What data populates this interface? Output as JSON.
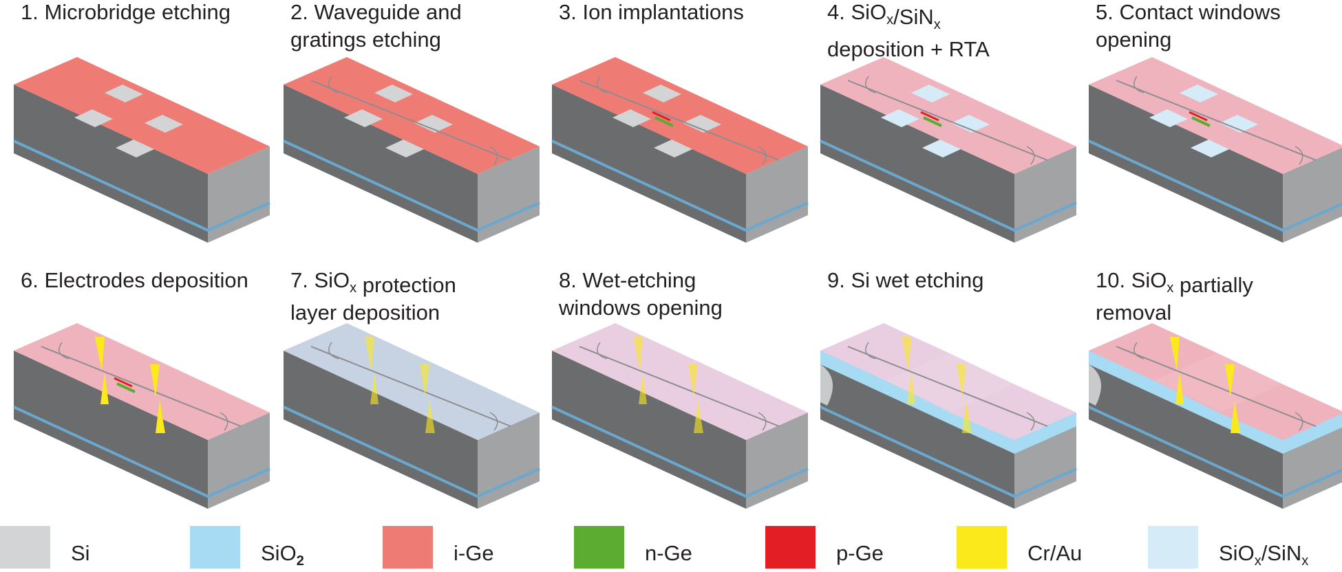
{
  "steps": [
    {
      "num": "1.",
      "text": "Microbridge etching",
      "layers": {
        "top": "i-Ge",
        "windows": "Si"
      }
    },
    {
      "num": "2.",
      "text": "Waveguide  and\ngratings etching",
      "layers": {
        "top": "i-Ge",
        "windows": "Si"
      }
    },
    {
      "num": "3.",
      "text": "Ion  implantations",
      "layers": {
        "top": "i-Ge",
        "windows": "Si",
        "doping": [
          "n-Ge",
          "p-Ge"
        ]
      }
    },
    {
      "num": "4.",
      "text": "SiOx/SiNx\ndeposition + RTA",
      "layers": {
        "top": "SiOx/SiNx",
        "windows": "SiOx/SiNx"
      }
    },
    {
      "num": "5.",
      "text": "Contact windows\nopening",
      "layers": {
        "top": "SiOx/SiNx",
        "windows": "SiOx/SiNx"
      }
    },
    {
      "num": "6.",
      "text": "Electrodes deposition",
      "layers": {
        "top": "SiOx/SiNx",
        "electrodes": "Cr/Au"
      }
    },
    {
      "num": "7.",
      "text": "SiOx protection\nlayer deposition",
      "layers": {
        "top": "SiO2",
        "electrodes": "Cr/Au"
      }
    },
    {
      "num": "8.",
      "text": "Wet-etching\nwindows opening",
      "layers": {
        "top": "SiO2",
        "electrodes": "Cr/Au"
      }
    },
    {
      "num": "9.",
      "text": "Si  wet  etching",
      "layers": {
        "top": "SiO2",
        "cavity": "SiO2"
      }
    },
    {
      "num": "10.",
      "text": "SiOx   partially\nremoval",
      "layers": {
        "top": "SiOx/SiNx",
        "cavity": "SiO2"
      }
    }
  ],
  "legend": [
    {
      "label": "Si",
      "color": "#d3d4d6"
    },
    {
      "label": "SiO2",
      "color": "#a6dbf3"
    },
    {
      "label": "i-Ge",
      "color": "#ee7b74"
    },
    {
      "label": "n-Ge",
      "color": "#5cac32"
    },
    {
      "label": "p-Ge",
      "color": "#e31e24"
    },
    {
      "label": "Cr/Au",
      "color": "#fbe91c"
    },
    {
      "label": "SiOx/SiNx",
      "color": "#d6ebf8"
    }
  ],
  "colors": {
    "side_front": "#a2a3a5",
    "side_left": "#6b6c6e",
    "box_line": "#6aa8cf",
    "pink_top": "#efb3bd",
    "blue_top": "#c7d3e3",
    "lilac_top": "#e9cde0",
    "waveguide": "#8c8d90"
  }
}
